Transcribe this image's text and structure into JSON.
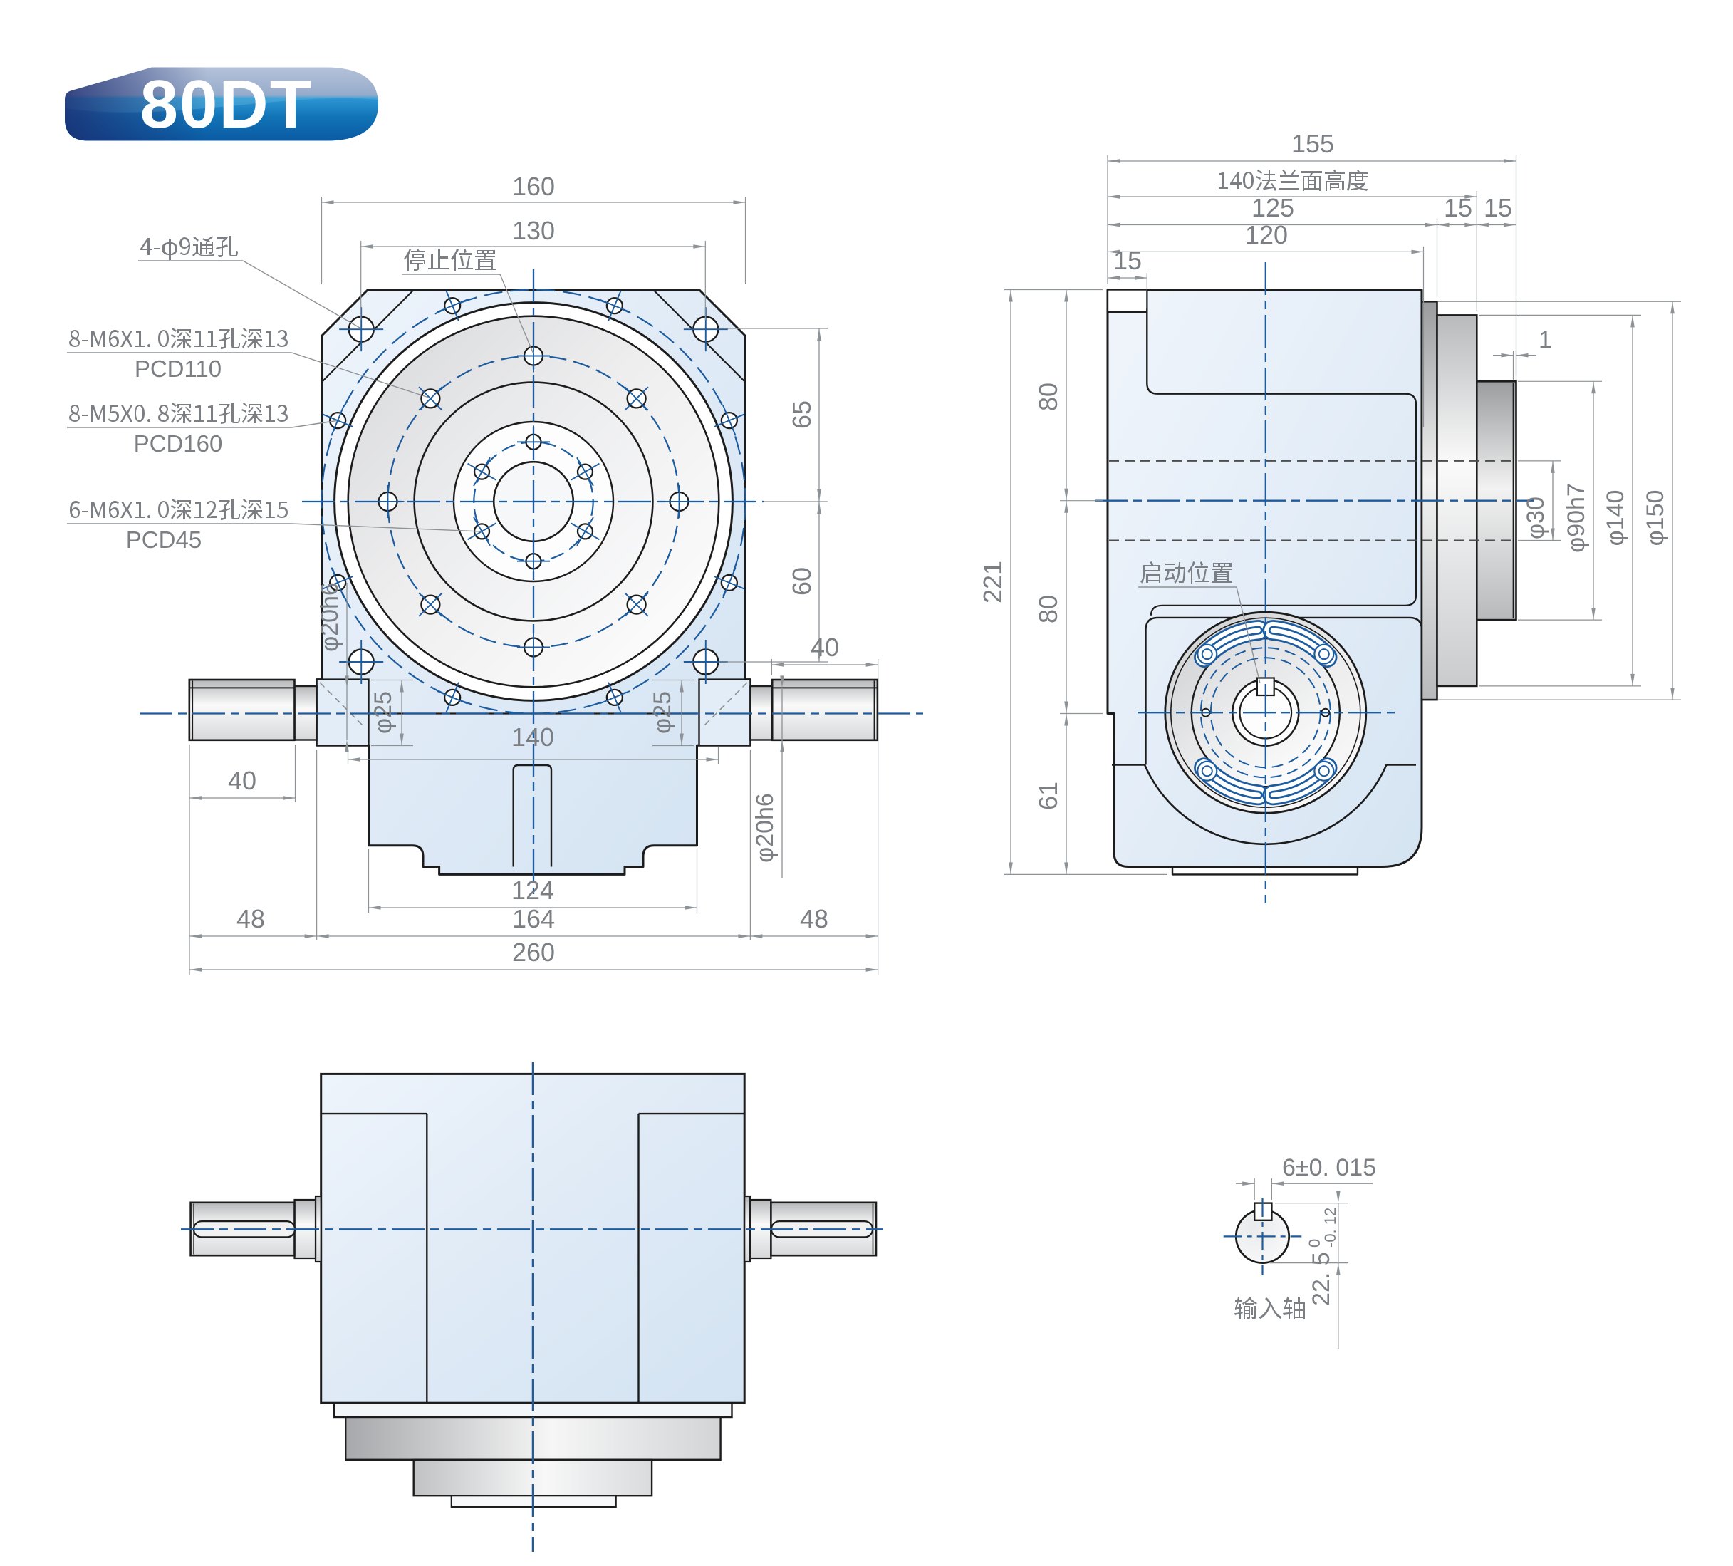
{
  "colors": {
    "outline": "#1c1c1c",
    "centerline_blue": "#1d5c9e",
    "dimension_gray": "#7b7f83",
    "panel_blue_fill": "#dde9f5",
    "badge_blue": "#0f6cb4"
  },
  "front_view": {
    "dims": {
      "overall_width": "160",
      "bolt_hole_span": "130",
      "hole_offset_upper": "65",
      "hole_offset_lower": "60",
      "shaft_dia_left": "φ20h6",
      "bearing_bore_left": "φ25",
      "bearing_bore_right": "φ25",
      "shaft_dia_right": "φ20h6",
      "key_length_right": "40",
      "key_length_left": "40",
      "bore_span": "140",
      "base_width": "124",
      "shaft_ext_left": "48",
      "boss_span": "164",
      "shaft_ext_right": "48",
      "total_width": "260"
    },
    "labels": {
      "stop_position": "停止位置",
      "through_holes": "4-φ9通孔",
      "tapped_pcd110_line1": "8-M6X1. 0深11孔深13",
      "tapped_pcd110_line2": "PCD110",
      "tapped_pcd160_line1": "8-M5X0. 8深11孔深13",
      "tapped_pcd160_line2": "PCD160",
      "tapped_pcd45_line1": "6-M6X1. 0深12孔深15",
      "tapped_pcd45_line2": "PCD45"
    }
  },
  "side_view": {
    "dims": {
      "depth_total": "155",
      "body_depth": "125",
      "flange_thickness": "15",
      "spigot_length": "15",
      "body_depth_inner": "120",
      "plate_thickness": "15",
      "total_height": "221",
      "flange_to_output_axis": "80",
      "output_to_input_axis": "80",
      "input_axis_to_base": "61",
      "spigot_step": "1",
      "center_bore": "φ30",
      "spigot_dia": "φ90h7",
      "flange_dia": "φ140",
      "flange_od": "φ150"
    },
    "labels": {
      "flange_face_height": "140法兰面高度",
      "start_position": "启动位置"
    }
  },
  "shaft_detail": {
    "dims": {
      "key_width": "6±0. 015",
      "shaft_height": "22. 5",
      "shaft_height_tol_upper": "0",
      "shaft_height_tol_lower": "-0. 12"
    },
    "labels": {
      "input_shaft": "输入轴"
    }
  },
  "badge": {
    "label": "80DT"
  }
}
